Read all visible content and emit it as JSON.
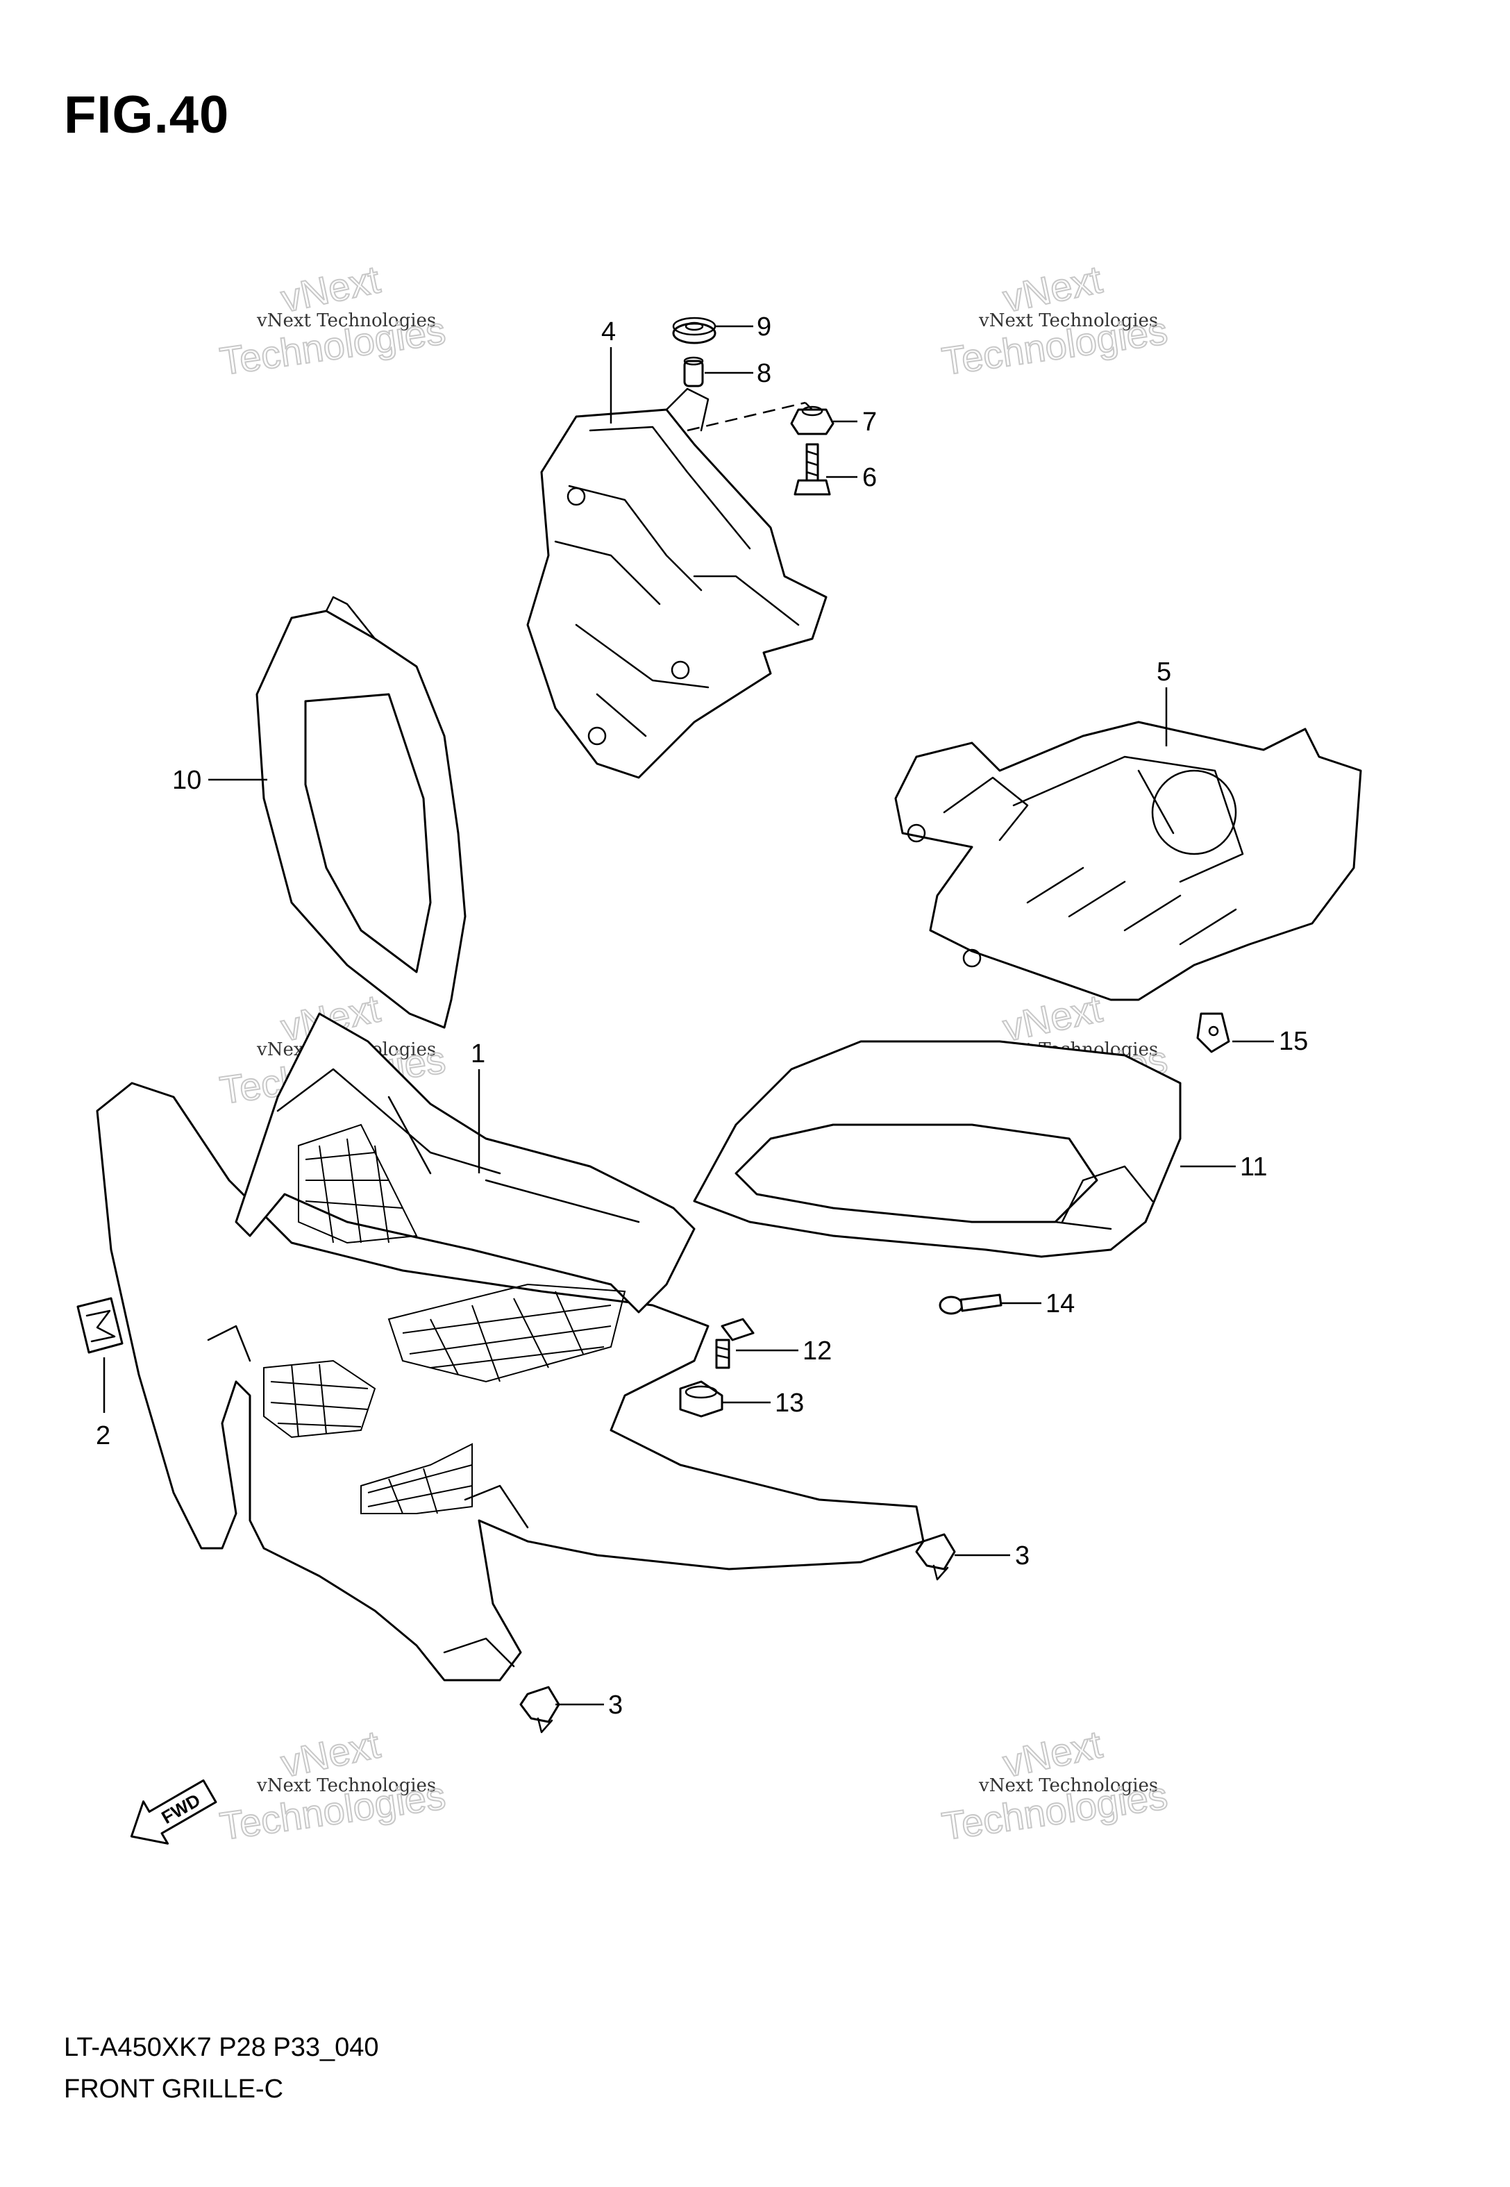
{
  "figure": {
    "title": "FIG.40"
  },
  "watermarks": [
    {
      "line1": "vNext Technologies",
      "line2": "vNext",
      "line3": "Technologies"
    }
  ],
  "callouts": {
    "c1": "1",
    "c2": "2",
    "c3a": "3",
    "c3b": "3",
    "c4": "4",
    "c5": "5",
    "c6": "6",
    "c7": "7",
    "c8": "8",
    "c9": "9",
    "c10": "10",
    "c11": "11",
    "c12": "12",
    "c13": "13",
    "c14": "14",
    "c15": "15"
  },
  "fwd_label": "FWD",
  "footer": {
    "model_code": "LT-A450XK7 P28 P33_040",
    "section_name": "FRONT GRILLE-C"
  }
}
